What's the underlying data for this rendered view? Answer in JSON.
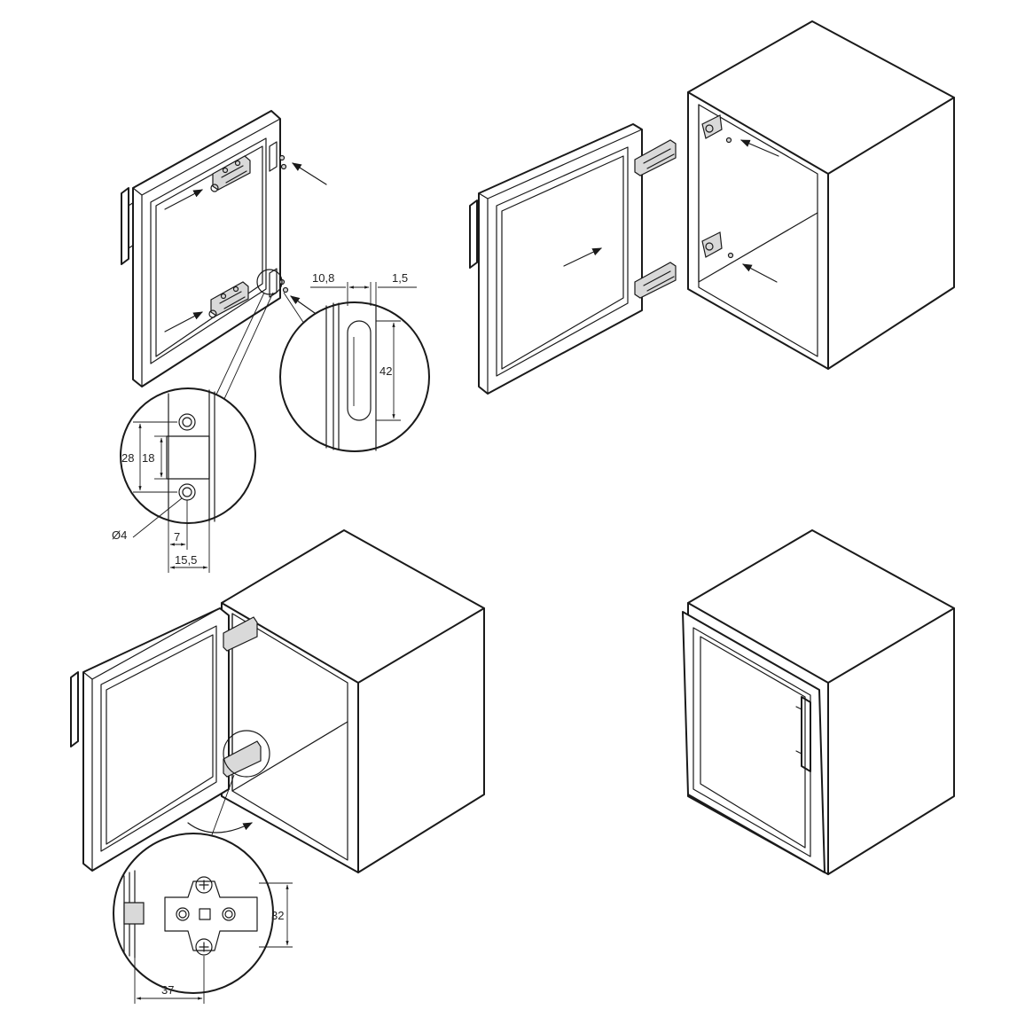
{
  "colors": {
    "line": "#1a1a1a",
    "background": "#ffffff",
    "metal": "#d9d9d9"
  },
  "dimensions": {
    "d_10_8": "10,8",
    "d_1_5": "1,5",
    "d_42": "42",
    "d_28": "28",
    "d_18": "18",
    "d_dia4": "Ø4",
    "d_7": "7",
    "d_15_5": "15,5",
    "d_32": "32",
    "d_37": "37"
  }
}
